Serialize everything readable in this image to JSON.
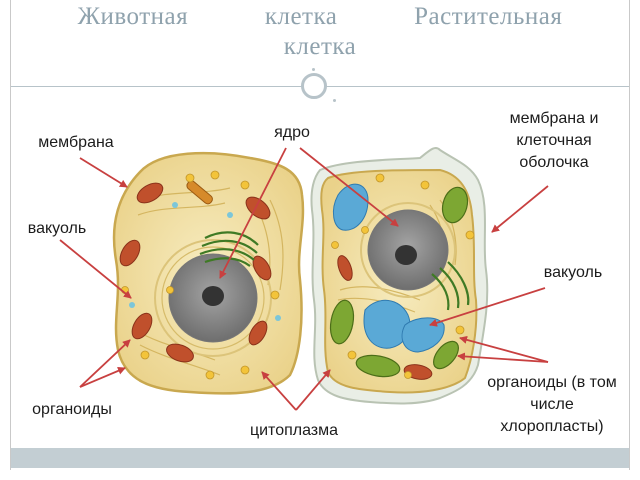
{
  "title": "Животная клетка Растительная клетка",
  "labels": {
    "membrane": "мембрана",
    "nucleus": "ядро",
    "membrane_wall": "мембрана и клеточная оболочка",
    "vacuole_left": "вакуоль",
    "vacuole_right": "вакуоль",
    "organoids_left": "органоиды",
    "cytoplasm": "цитоплазма",
    "organoids_right": "органоиды (в том числе хлоропласты)"
  },
  "colors": {
    "cytoplasm": "#f3e3a8",
    "membrane": "#d8c070",
    "nucleus": "#8a8a8a",
    "nucleolus": "#3a3a3a",
    "mitochondria": "#c0502c",
    "chloroplast": "#6f9b2a",
    "vacuole": "#5aa9d6",
    "cell_wall": "#e9eee6",
    "arrow": "#c84040",
    "title": "#8fa2ad"
  },
  "icons": {
    "title_ornament": "ring-icon"
  }
}
